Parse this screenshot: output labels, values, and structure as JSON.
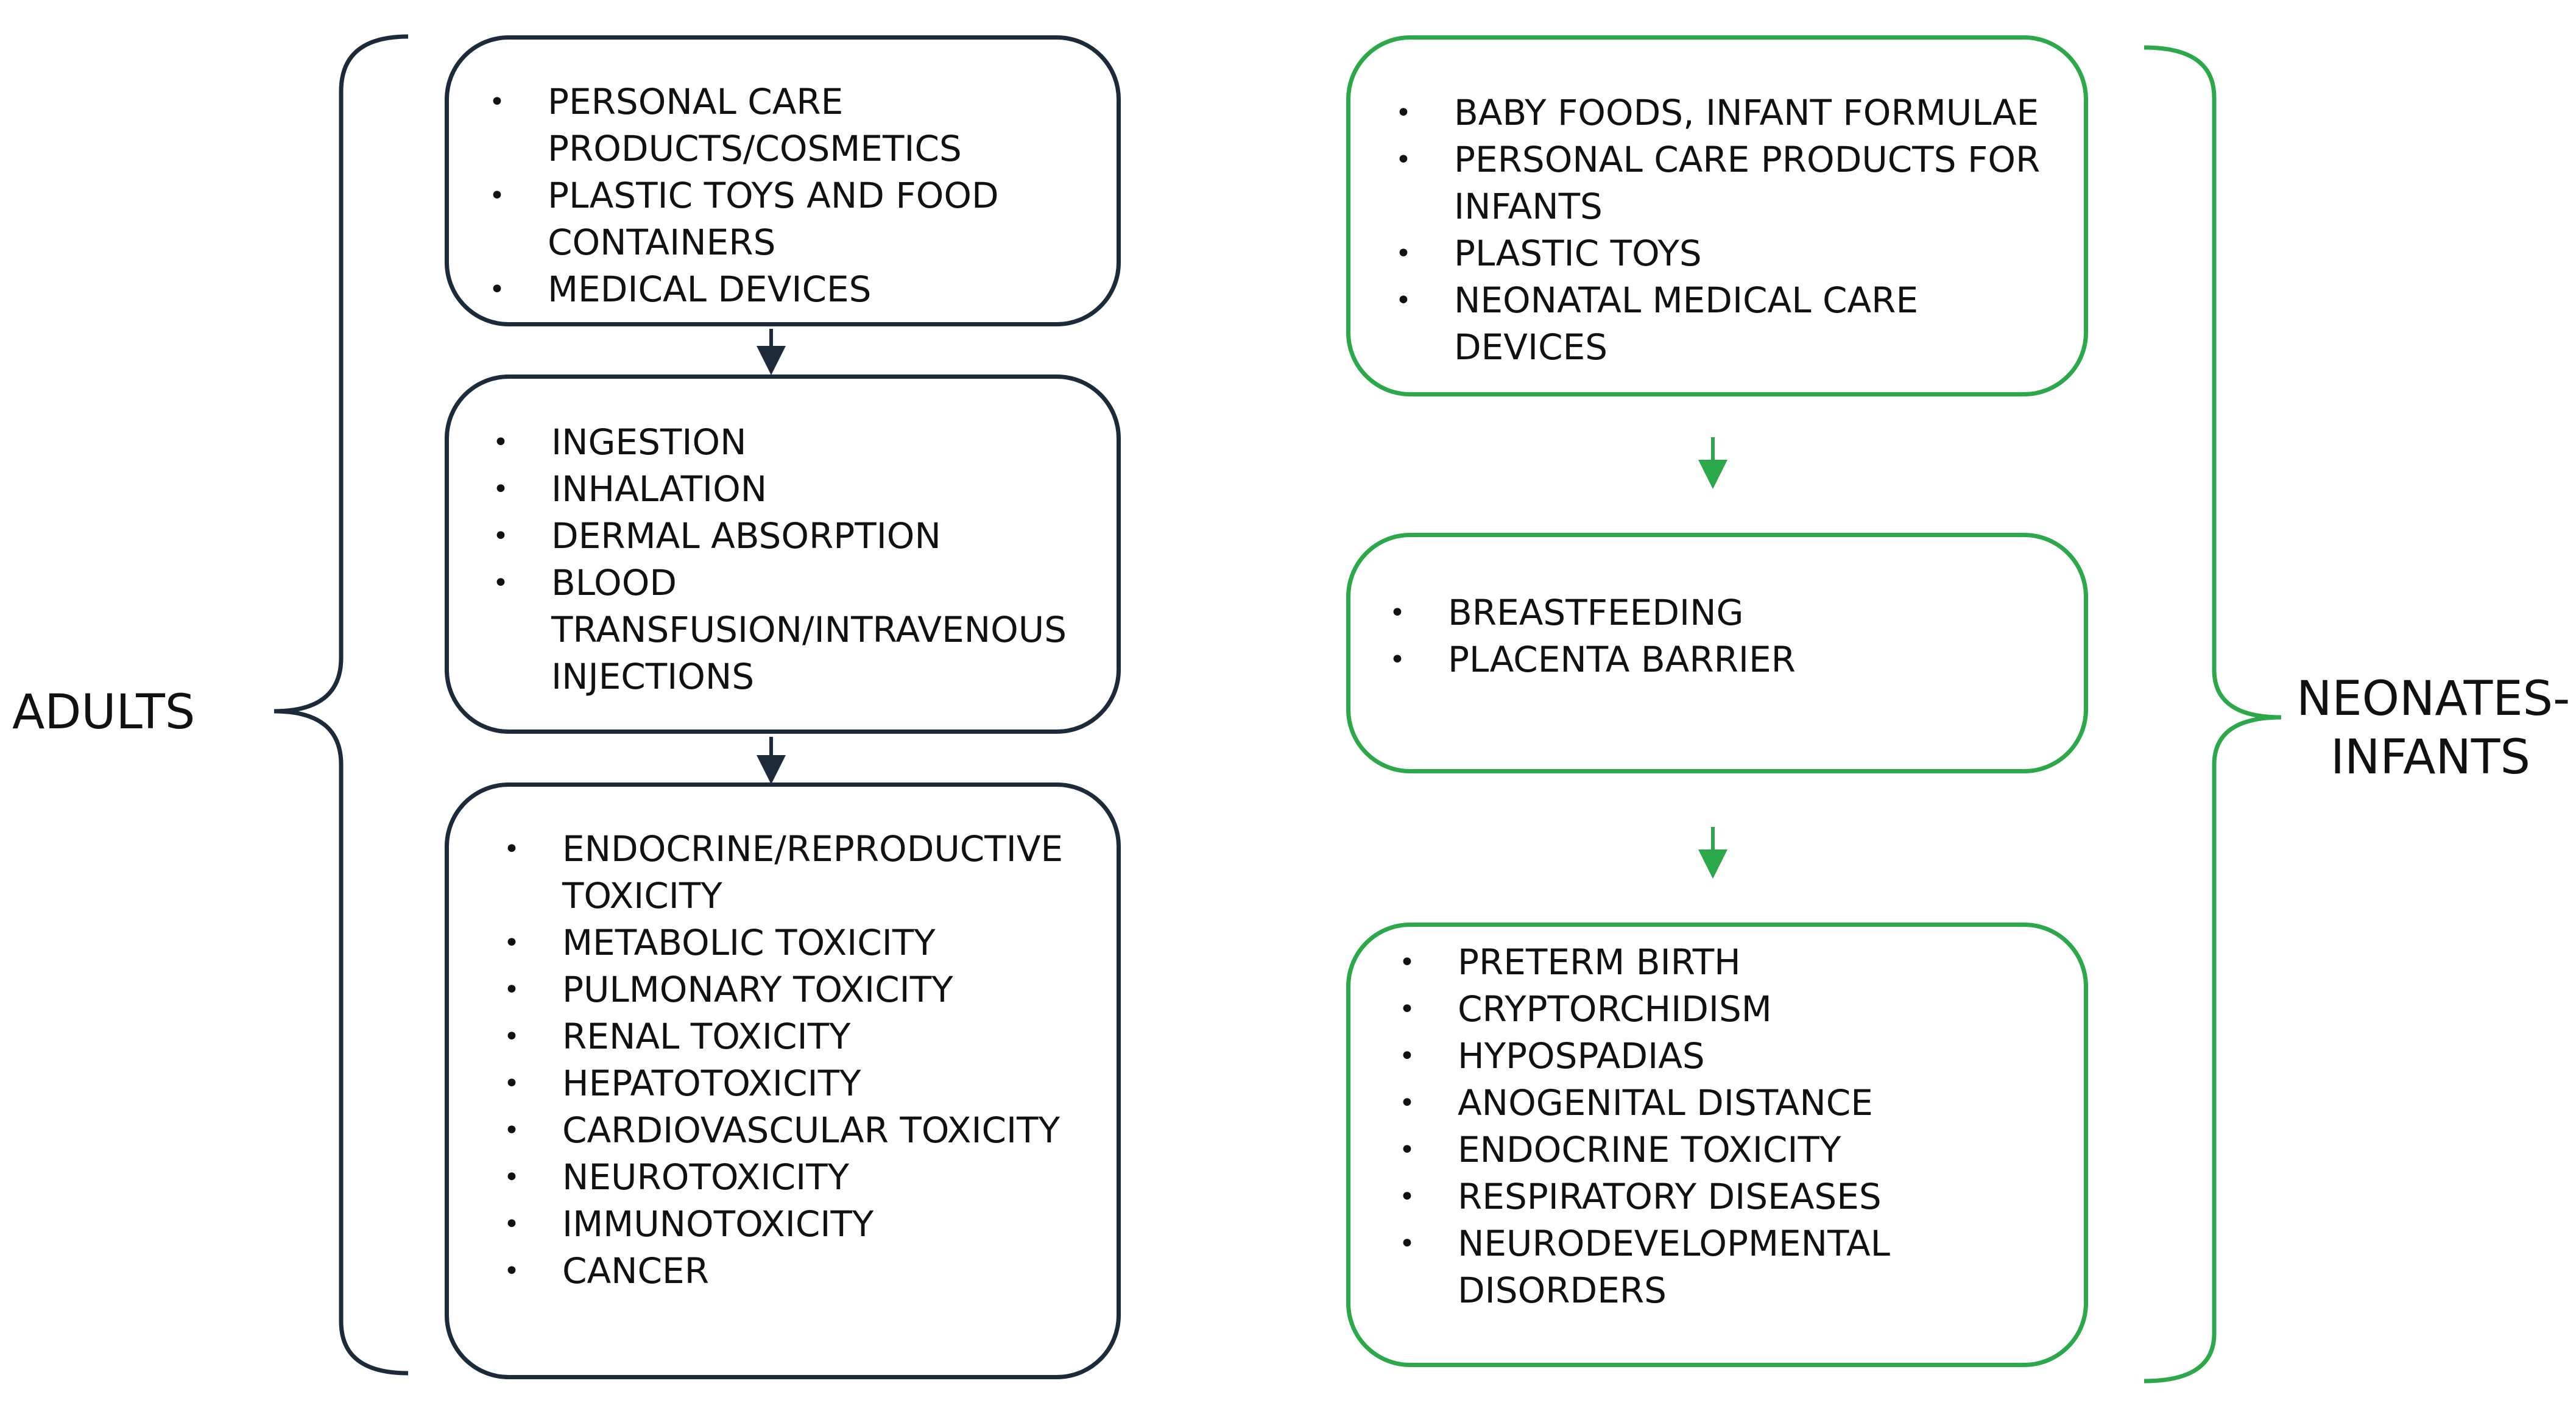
{
  "adults": {
    "label": "ADULTS",
    "sources": [
      "PERSONAL CARE PRODUCTS/COSMETICS",
      "PLASTIC TOYS AND FOOD CONTAINERS",
      "MEDICAL DEVICES"
    ],
    "routes": [
      "INGESTION",
      "INHALATION",
      "DERMAL ABSORPTION",
      "BLOOD TRANSFUSION/INTRAVENOUS INJECTIONS"
    ],
    "effects": [
      "ENDOCRINE/REPRODUCTIVE TOXICITY",
      "METABOLIC TOXICITY",
      "PULMONARY TOXICITY",
      "RENAL TOXICITY",
      "HEPATOTOXICITY",
      "CARDIOVASCULAR TOXICITY",
      "NEUROTOXICITY",
      "IMMUNOTOXICITY",
      "CANCER"
    ]
  },
  "neonates": {
    "label_line1": "NEONATES-",
    "label_line2": "INFANTS",
    "sources": [
      "BABY FOODS, INFANT FORMULAE",
      "PERSONAL CARE PRODUCTS FOR INFANTS",
      "PLASTIC TOYS",
      "NEONATAL MEDICAL CARE DEVICES"
    ],
    "routes": [
      "BREASTFEEDING",
      "PLACENTA BARRIER"
    ],
    "effects": [
      "PRETERM BIRTH",
      "CRYPTORCHIDISM",
      "HYPOSPADIAS",
      "ANOGENITAL DISTANCE",
      "ENDOCRINE TOXICITY",
      "RESPIRATORY DISEASES",
      "NEURODEVELOPMENTAL DISORDERS"
    ]
  },
  "colors": {
    "adult_stroke": "#1c2a3a",
    "neonate_stroke": "#2ba84a"
  }
}
